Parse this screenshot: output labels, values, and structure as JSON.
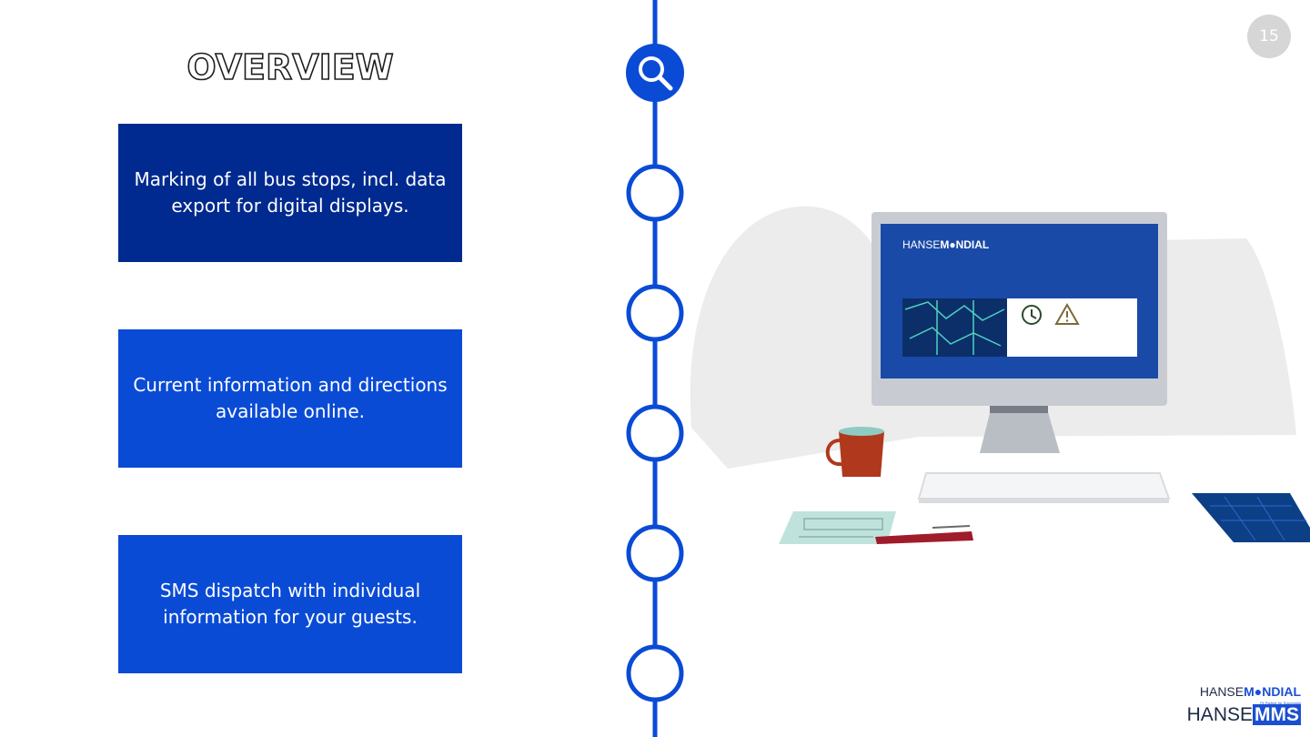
{
  "page": {
    "title": "OVERVIEW",
    "number": "15"
  },
  "cards": [
    {
      "lines": [
        "Marking of all bus stops, incl. data",
        "export for digital displays."
      ]
    },
    {
      "lines": [
        "Current information and directions",
        "available online."
      ]
    },
    {
      "lines": [
        "SMS dispatch with individual",
        "information for your guests."
      ]
    }
  ],
  "screen": {
    "brand_prefix": "HANSE",
    "brand_suffix": "M●NDIAL"
  },
  "logo": {
    "line1_prefix": "HANSE",
    "line1_suffix": "M●NDIAL",
    "tagline": "Fit Partner for Successful",
    "line2_prefix": "HANSE",
    "line2_suffix": "MMS"
  },
  "icons": {
    "timeline_active": "search-icon",
    "timeline_inactive": "circle-icon",
    "screen_clock": "clock-icon",
    "screen_warning": "warning-icon"
  },
  "colors": {
    "dark_blue": "#002a8f",
    "blue": "#0a4bd6",
    "timeline": "#0a4bd6",
    "badge": "#d6d6d6"
  }
}
